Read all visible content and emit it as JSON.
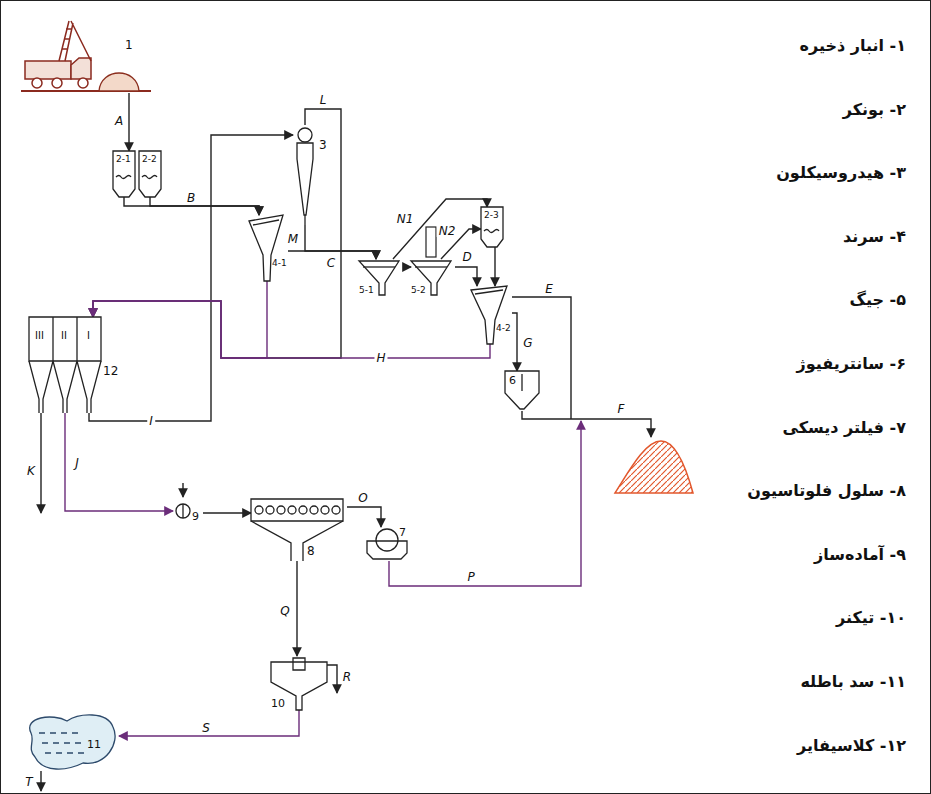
{
  "diagram": {
    "nodes": [
      {
        "text": [
          "1"
        ]
      },
      {
        "text": [
          "2-1"
        ]
      },
      {
        "text": [
          "2-2"
        ]
      },
      {
        "text": [
          "3"
        ]
      },
      {
        "text": [
          "4-1"
        ]
      },
      {
        "text": [
          "5-1"
        ]
      },
      {
        "text": [
          "5-2"
        ]
      },
      {
        "text": [
          "2-3"
        ]
      },
      {
        "text": [
          "4-2"
        ]
      },
      {
        "text": [
          "6"
        ]
      },
      {
        "text": [
          "12",
          "III",
          "II",
          "I"
        ]
      },
      {
        "text": [
          "9"
        ]
      },
      {
        "text": [
          "8"
        ]
      },
      {
        "text": [
          "7"
        ]
      },
      {
        "text": [
          "10"
        ]
      },
      {
        "text": [
          "11"
        ]
      }
    ],
    "edges": [
      {
        "from": 0,
        "to": 1,
        "arrow": "to",
        "label": "A"
      },
      {
        "from": 1,
        "to": 4,
        "arrow": "to",
        "label": "B"
      },
      {
        "from": 2,
        "to": 4,
        "arrow": "to"
      },
      {
        "from": 10,
        "to": 3,
        "arrow": "to",
        "label": "I"
      },
      {
        "from": 4,
        "to": 5,
        "arrow": "to",
        "label": "C"
      },
      {
        "from": 3,
        "to": 5,
        "arrow": "to",
        "label": "M"
      },
      {
        "from": 3,
        "to": 10,
        "arrow": "to",
        "label": "L"
      },
      {
        "from": 4,
        "to": 10,
        "arrow": "to"
      },
      {
        "from": 8,
        "to": 10,
        "arrow": "to",
        "label": "H"
      },
      {
        "from": 5,
        "to": 6,
        "arrow": "to"
      },
      {
        "from": 5,
        "to": 7,
        "arrow": "to",
        "label": "N1"
      },
      {
        "from": 6,
        "to": 7,
        "arrow": "to",
        "label": "N2"
      },
      {
        "from": 6,
        "to": 8,
        "arrow": "to",
        "label": "D"
      },
      {
        "from": 7,
        "to": 8,
        "arrow": "to"
      },
      {
        "from": 8,
        "to": 9,
        "arrow": "to",
        "label": "G"
      },
      {
        "from": 10,
        "to": 11,
        "arrow": "to",
        "label": "J"
      },
      {
        "from": 11,
        "to": 12,
        "arrow": "to"
      },
      {
        "from": 12,
        "to": 13,
        "arrow": "to",
        "label": "O"
      },
      {
        "from": 12,
        "to": 14,
        "arrow": "to",
        "label": "Q"
      },
      {
        "from": 14,
        "to": 15,
        "arrow": "to",
        "label": "S"
      }
    ],
    "labels": [
      "۱- انبار ذخیره",
      "۲- بونکر",
      "۳- هیدروسیکلون",
      "۴- سرند",
      "۵- جیگ",
      "۶- سانتریفیوژ",
      "۷- فیلتر دیسکی",
      "۸- سلول فلوتاسیون",
      "۹- آماده‌ساز",
      "۱۰- تیکنر",
      "۱۱- سد باطله",
      "۱۲- کلاسیفایر",
      "E",
      "F",
      "K",
      "P",
      "R",
      "T"
    ]
  }
}
